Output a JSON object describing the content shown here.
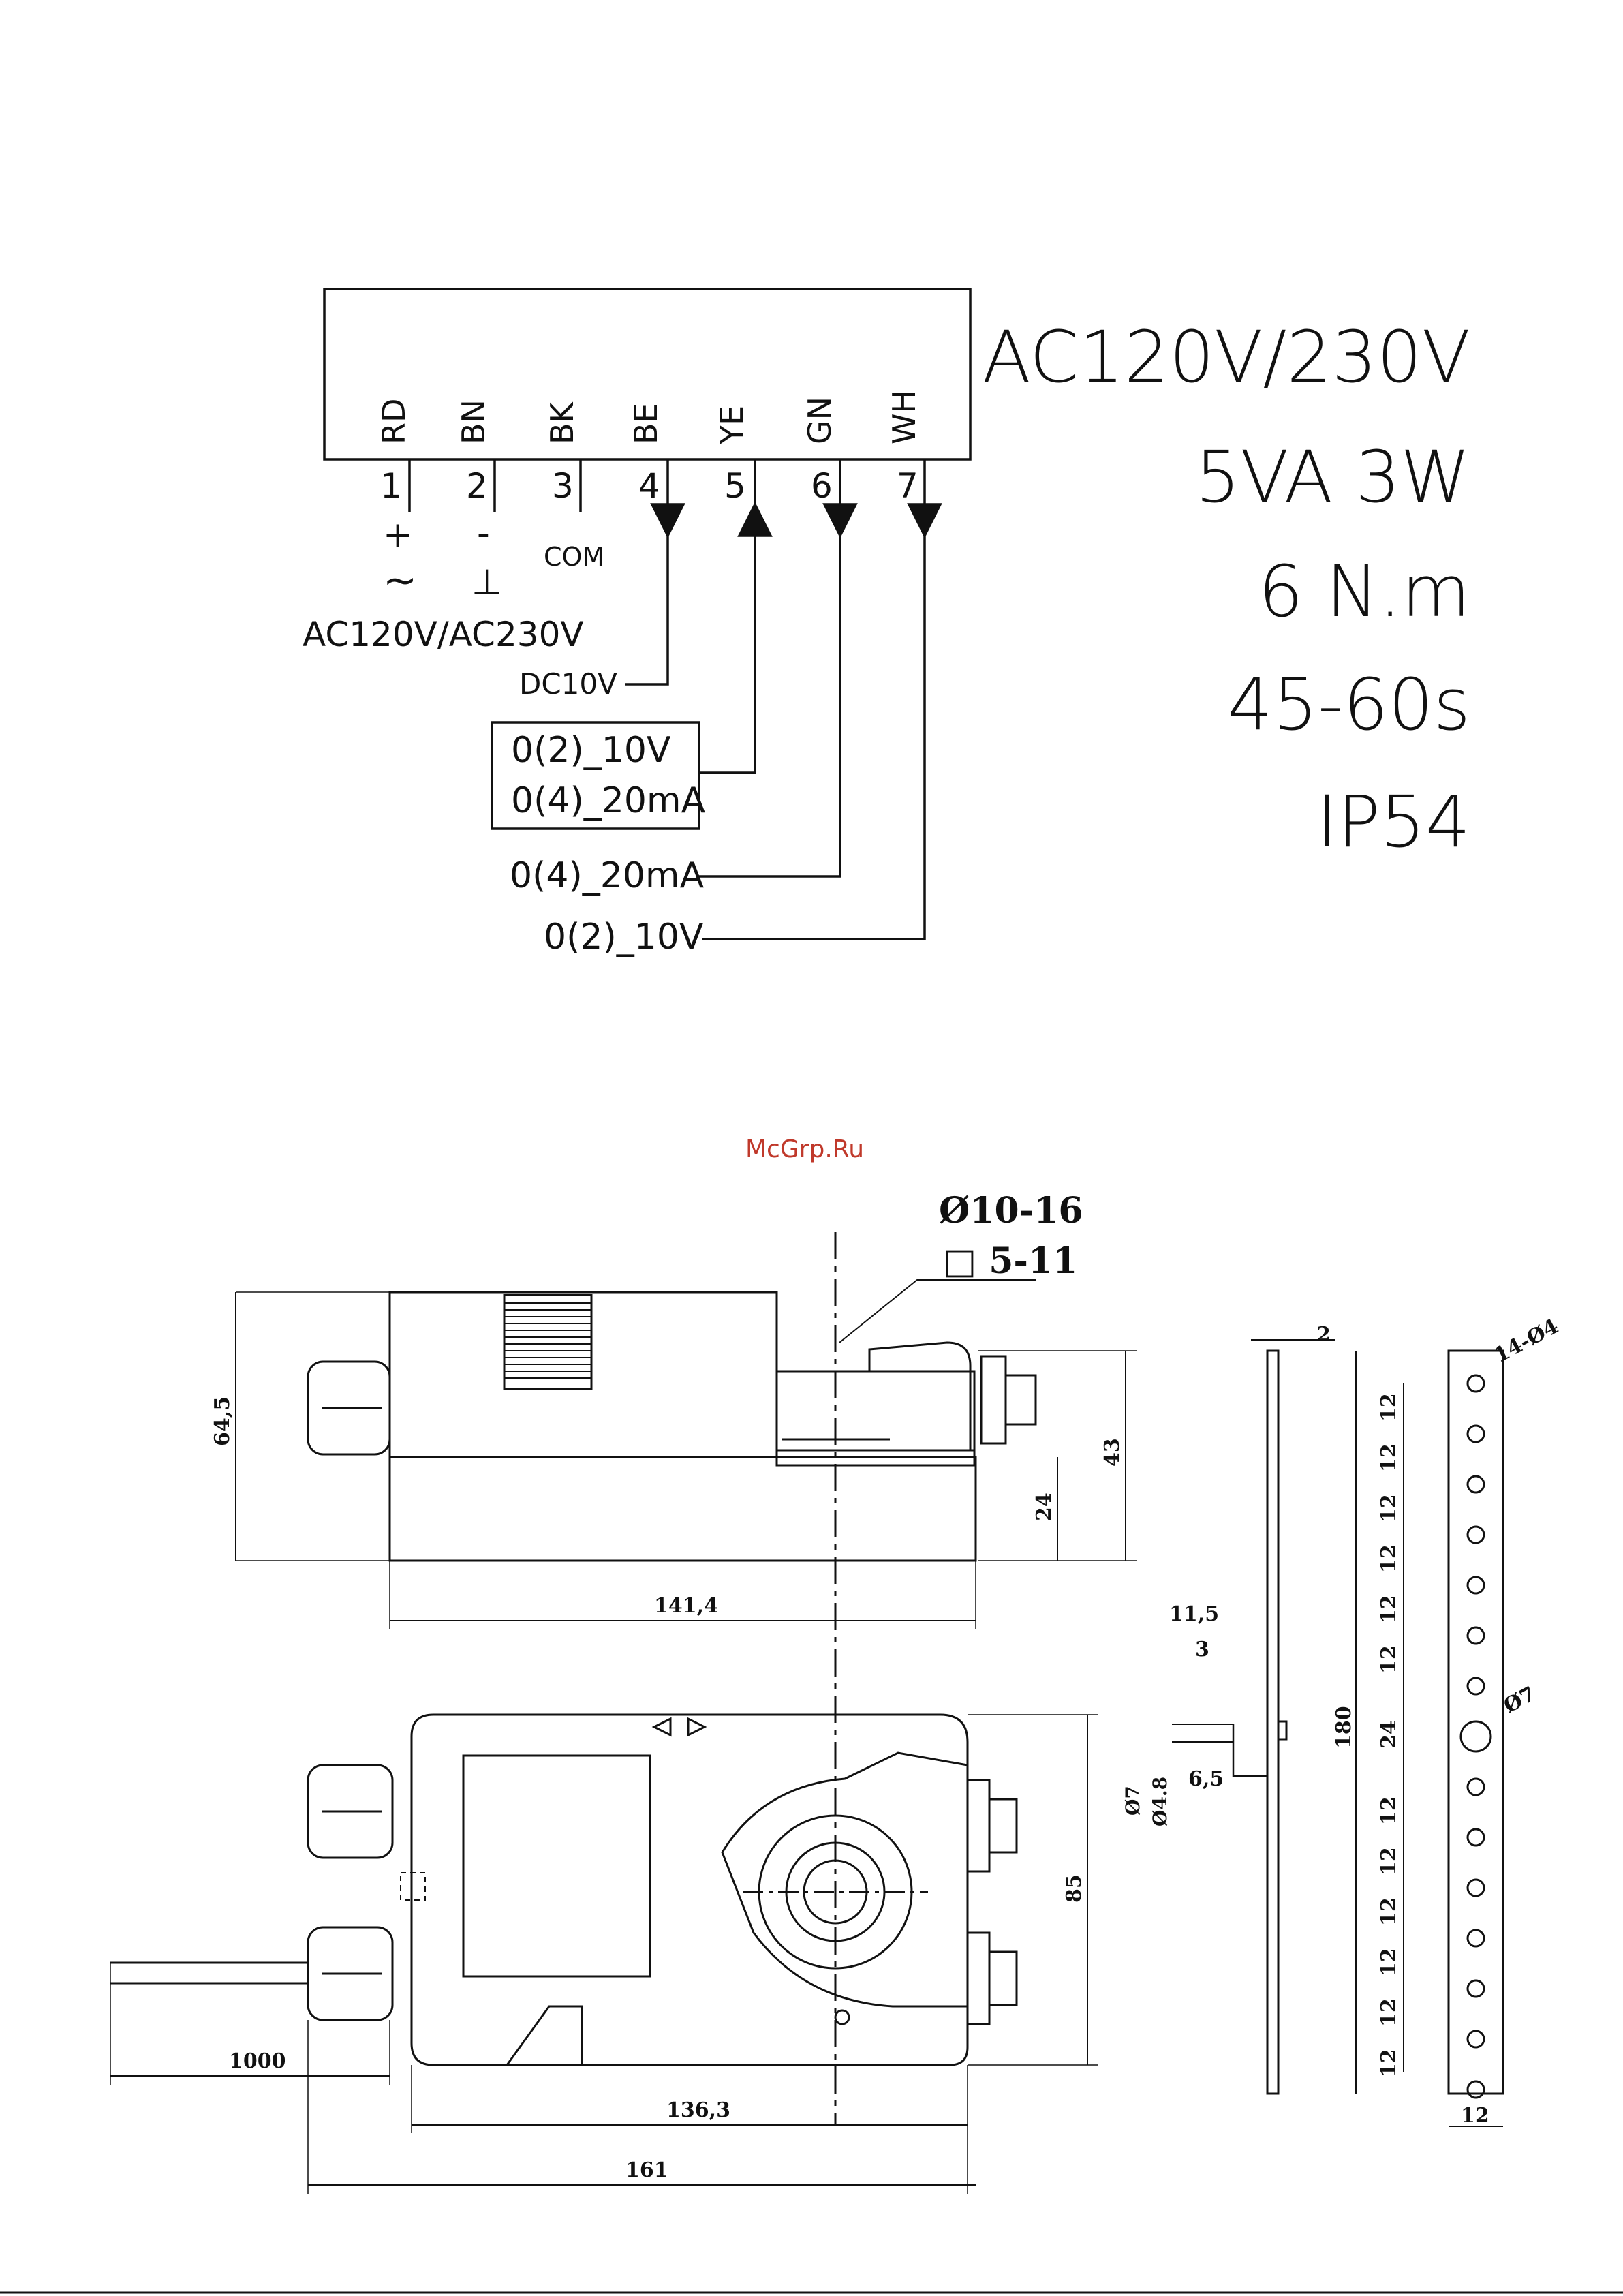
{
  "watermark": "McGrp.Ru",
  "wiring": {
    "colors": [
      "RD",
      "BN",
      "BK",
      "BE",
      "YE",
      "GN",
      "WH"
    ],
    "terminals": [
      "1",
      "2",
      "3",
      "4",
      "5",
      "6",
      "7"
    ],
    "plus": "+",
    "minus": "-",
    "ac_symbol": "~",
    "ground_symbol": "⊥",
    "com": "COM",
    "supply": "AC120V/AC230V",
    "dc10v": "DC10V",
    "box_line1": "0(2)_10V",
    "box_line2": "0(4)_20mA",
    "out6": "0(4)_20mA",
    "out7": "0(2)_10V"
  },
  "specs": [
    "AC120V/230V",
    "5VA 3W",
    "6 N.m",
    "45-60s",
    "IP54"
  ],
  "dimensions": {
    "shaft_round": "Ø10-16",
    "shaft_square": "□ 5-11",
    "height_total": "64,5",
    "height_bracket": "43",
    "height_base": "24",
    "length_top": "141,4",
    "plate_thickness": "2",
    "offset_11_5": "11,5",
    "offset_3": "3",
    "hole_7": "Ø7",
    "hole_4_8": "Ø4.8",
    "offset_6_5": "6,5",
    "holes_count": "14-Ø4",
    "pitch": "12",
    "center_pitch": "24",
    "center_hole": "Ø7",
    "strip_length": "180",
    "strip_width": "12",
    "width_85": "85",
    "cable_length": "1000",
    "length_136": "136,3",
    "length_161": "161"
  }
}
